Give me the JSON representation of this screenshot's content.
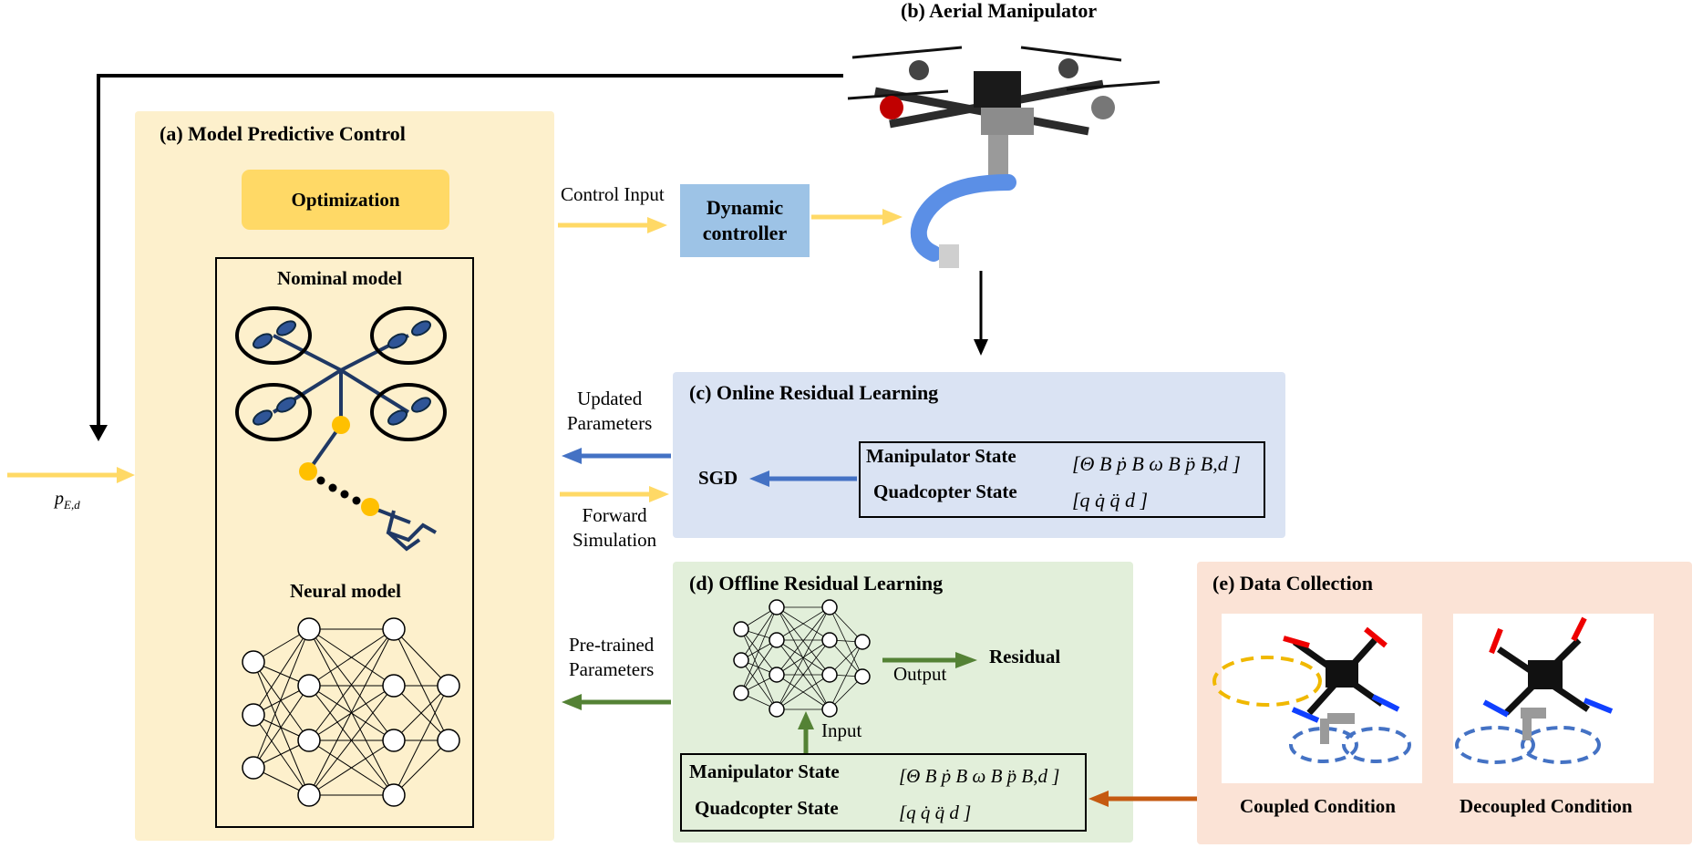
{
  "aerial": {
    "title": "(b) Aerial Manipulator"
  },
  "mpc": {
    "title": "(a) Model Predictive Control",
    "optimization": "Optimization",
    "nominal_model": "Nominal model",
    "neural_model": "Neural model"
  },
  "input_label": "p",
  "input_sub": "E,d",
  "dynamic_controller": {
    "line1": "Dynamic",
    "line2": "controller"
  },
  "arrows": {
    "control_input": "Control Input",
    "updated_params": [
      "Updated",
      "Parameters"
    ],
    "forward_sim": [
      "Forward",
      "Simulation"
    ],
    "pretrained_params": [
      "Pre-trained",
      "Parameters"
    ]
  },
  "online": {
    "title": "(c) Online Residual Learning",
    "sgd": "SGD",
    "manip_state": "Manipulator State",
    "quad_state": "Quadcopter State",
    "manip_vec": "[Θ B  ṗ B  ω B  p̈ B,d ]",
    "quad_vec": "[q  q̇  q̈ d ]"
  },
  "offline": {
    "title": "(d) Offline Residual Learning",
    "output": "Output",
    "residual": "Residual",
    "input": "Input",
    "manip_state": "Manipulator State",
    "quad_state": "Quadcopter State"
  },
  "data": {
    "title": "(e) Data Collection",
    "coupled": "Coupled Condition",
    "decoupled": "Decoupled Condition"
  },
  "colors": {
    "yellow_panel": "#fdf0cc",
    "blue_panel": "#dae3f3",
    "green_panel": "#e2efda",
    "peach_panel": "#fbe3d6",
    "yellow_arrow": "#ffd966",
    "blue_arrow": "#4472c4",
    "green_arrow": "#548235",
    "orange_arrow": "#c55a11",
    "controller_box": "#9dc3e6",
    "optimization_box": "#ffd966"
  }
}
